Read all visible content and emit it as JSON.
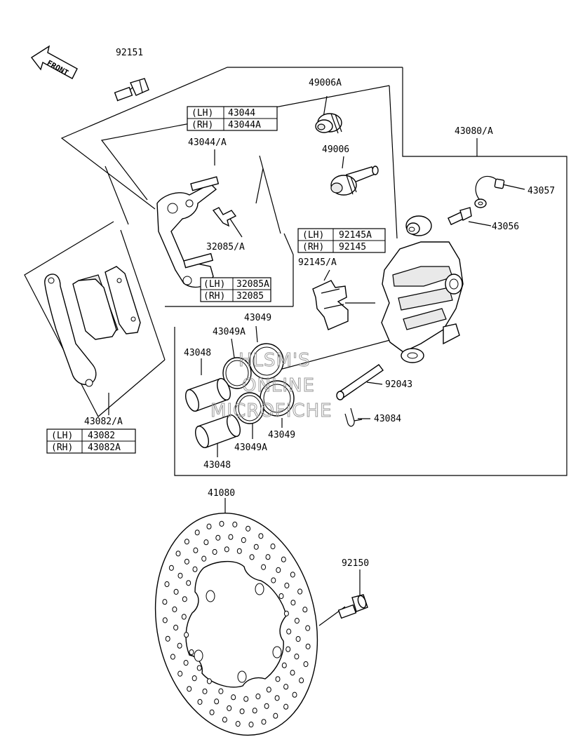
{
  "front_marker": "FRONT",
  "labels": {
    "p92151": "92151",
    "p49006A": "49006A",
    "p43044_A": "43044/A",
    "p49006": "49006",
    "p43080_A": "43080/A",
    "p43057": "43057",
    "p43056": "43056",
    "p32085_A": "32085/A",
    "p92145_A": "92145/A",
    "p43049_top": "43049",
    "p43049A_top": "43049A",
    "p43048_top": "43048",
    "p92043": "92043",
    "p43084": "43084",
    "p43049_bot": "43049",
    "p43049A_bot": "43049A",
    "p43048_bot": "43048",
    "p43082_A": "43082/A",
    "p41080": "41080",
    "p92150": "92150"
  },
  "tables": {
    "t43044": {
      "rows": [
        {
          "side": "(LH)",
          "part": "43044"
        },
        {
          "side": "(RH)",
          "part": "43044A"
        }
      ]
    },
    "t92145": {
      "rows": [
        {
          "side": "(LH)",
          "part": "92145A"
        },
        {
          "side": "(RH)",
          "part": "92145"
        }
      ]
    },
    "t32085": {
      "rows": [
        {
          "side": "(LH)",
          "part": "32085A"
        },
        {
          "side": "(RH)",
          "part": "32085"
        }
      ]
    },
    "t43082": {
      "rows": [
        {
          "side": "(LH)",
          "part": "43082"
        },
        {
          "side": "(RH)",
          "part": "43082A"
        }
      ]
    }
  },
  "watermark": {
    "line1": "HLSM'S",
    "line2": "ONLINE",
    "line3": "MICROFICHE"
  }
}
